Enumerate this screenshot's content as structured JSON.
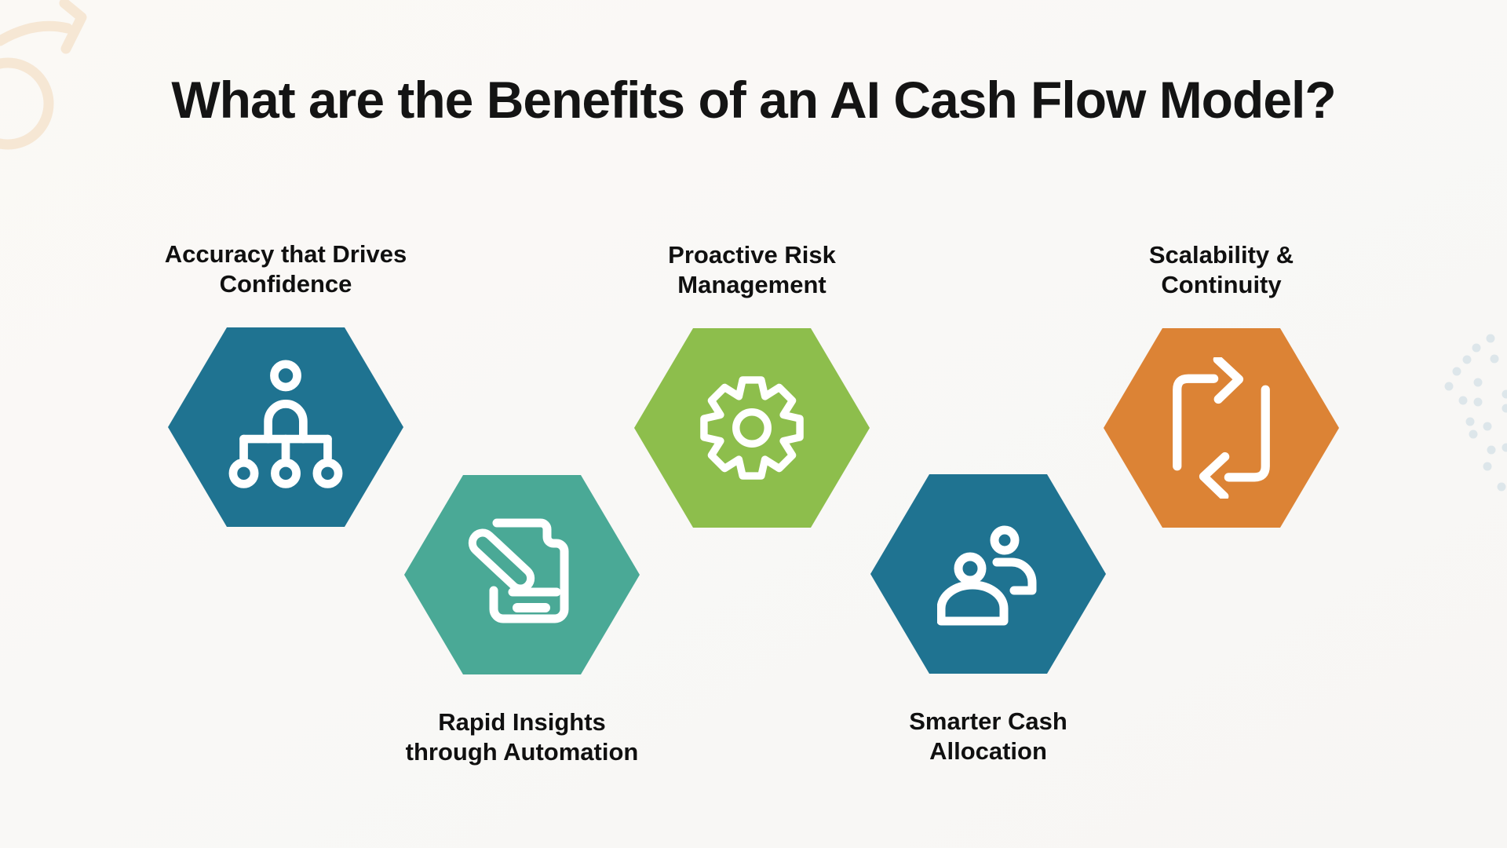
{
  "page": {
    "title": "What are the Benefits of an AI Cash Flow Model?"
  },
  "benefits": [
    {
      "id": "accuracy",
      "label_lines": [
        "Accuracy that Drives",
        "Confidence"
      ],
      "color": "#1F7391",
      "icon": "org-chart-icon",
      "label_position": "above"
    },
    {
      "id": "rapid-insights",
      "label_lines": [
        "Rapid Insights",
        "through Automation"
      ],
      "color": "#4AA996",
      "icon": "pen-document-icon",
      "label_position": "below"
    },
    {
      "id": "proactive-risk",
      "label_lines": [
        "Proactive Risk",
        "Management"
      ],
      "color": "#8DBE4C",
      "icon": "gear-icon",
      "label_position": "above"
    },
    {
      "id": "smarter-cash",
      "label_lines": [
        "Smarter Cash",
        "Allocation"
      ],
      "color": "#1F7391",
      "icon": "people-icon",
      "label_position": "below"
    },
    {
      "id": "scalability",
      "label_lines": [
        "Scalability &",
        "Continuity"
      ],
      "color": "#DC8335",
      "icon": "cycle-arrows-icon",
      "label_position": "above"
    }
  ],
  "colors": {
    "background": "#F9F8F6",
    "title_text": "#141414",
    "label_text": "#101010",
    "icon_stroke": "#FFFFFF",
    "teal_blue": "#1F7391",
    "teal_green": "#4AA996",
    "lime_green": "#8DBE4C",
    "orange": "#DC8335",
    "swirl_decor": "#F6E7D4",
    "dots_decor": "#DDE6EA"
  }
}
